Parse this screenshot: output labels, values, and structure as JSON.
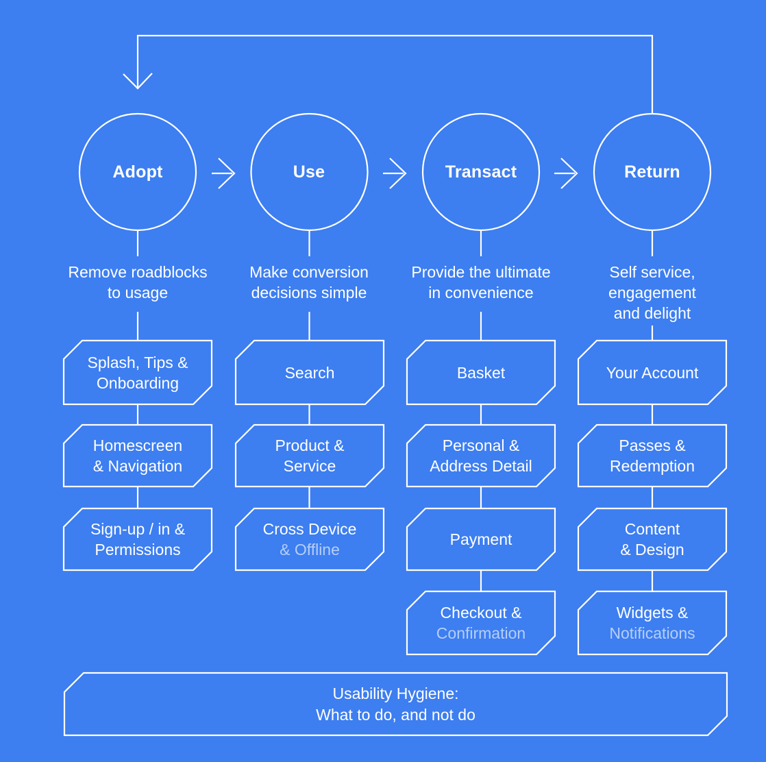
{
  "colors": {
    "background": "#3D7EF0",
    "line": "#FFFFFF",
    "text": "#FFFFFF",
    "muted_text": "rgba(255,255,255,0.62)"
  },
  "columns": [
    {
      "circle_label": "Adopt",
      "description": [
        "Remove roadblocks",
        "to usage"
      ],
      "boxes": [
        {
          "lines": [
            {
              "text": "Splash, Tips &",
              "muted": false
            },
            {
              "text": "Onboarding",
              "muted": false
            }
          ]
        },
        {
          "lines": [
            {
              "text": "Homescreen",
              "muted": false
            },
            {
              "text": "& Navigation",
              "muted": false
            }
          ]
        },
        {
          "lines": [
            {
              "text": "Sign-up / in &",
              "muted": false
            },
            {
              "text": "Permissions",
              "muted": false
            }
          ]
        }
      ]
    },
    {
      "circle_label": "Use",
      "description": [
        "Make conversion",
        "decisions simple"
      ],
      "boxes": [
        {
          "lines": [
            {
              "text": "Search",
              "muted": false
            }
          ]
        },
        {
          "lines": [
            {
              "text": "Product &",
              "muted": false
            },
            {
              "text": "Service",
              "muted": false
            }
          ]
        },
        {
          "lines": [
            {
              "text": "Cross Device",
              "muted": false
            },
            {
              "text": "& Offline",
              "muted": true
            }
          ]
        }
      ]
    },
    {
      "circle_label": "Transact",
      "description": [
        "Provide the ultimate",
        "in convenience"
      ],
      "boxes": [
        {
          "lines": [
            {
              "text": "Basket",
              "muted": false
            }
          ]
        },
        {
          "lines": [
            {
              "text": "Personal &",
              "muted": false
            },
            {
              "text": "Address Detail",
              "muted": false
            }
          ]
        },
        {
          "lines": [
            {
              "text": "Payment",
              "muted": false
            }
          ]
        },
        {
          "lines": [
            {
              "text": "Checkout &",
              "muted": false
            },
            {
              "text": "Confirmation",
              "muted": true
            }
          ]
        }
      ]
    },
    {
      "circle_label": "Return",
      "description": [
        "Self service,",
        "engagement",
        "and delight"
      ],
      "boxes": [
        {
          "lines": [
            {
              "text": "Your Account",
              "muted": false
            }
          ]
        },
        {
          "lines": [
            {
              "text": "Passes &",
              "muted": false
            },
            {
              "text": "Redemption",
              "muted": false
            }
          ]
        },
        {
          "lines": [
            {
              "text": "Content",
              "muted": false
            },
            {
              "text": "& Design",
              "muted": false
            }
          ]
        },
        {
          "lines": [
            {
              "text": "Widgets &",
              "muted": false
            },
            {
              "text": "Notifications",
              "muted": true
            }
          ]
        }
      ]
    }
  ],
  "footer": {
    "line1": "Usability Hygiene:",
    "line2": "What to do, and not do"
  }
}
